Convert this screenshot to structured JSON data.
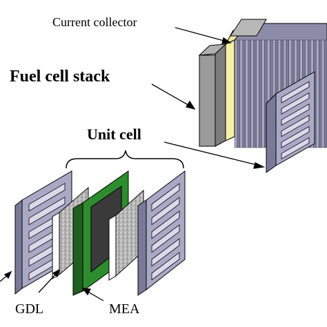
{
  "labels": {
    "current_collector": "Current collector",
    "fuel_cell_stack": "Fuel cell stack",
    "unit_cell": "Unit cell",
    "gdl": "GDL",
    "mea": "MEA"
  },
  "colors": {
    "plate_face": "#a9a9c6",
    "plate_side": "#7a7a98",
    "plate_stripe": "#d9d9ea",
    "collector_gray": "#9a9a9a",
    "collector_yellow": "#f4f0a6",
    "mea_green": "#2e8b2e",
    "mea_dark_green": "#1f5f1f",
    "mea_core": "#3a3a3a",
    "gdl_gray": "#b4b4b4",
    "outline": "#000000"
  },
  "stack_plate_count": 34
}
